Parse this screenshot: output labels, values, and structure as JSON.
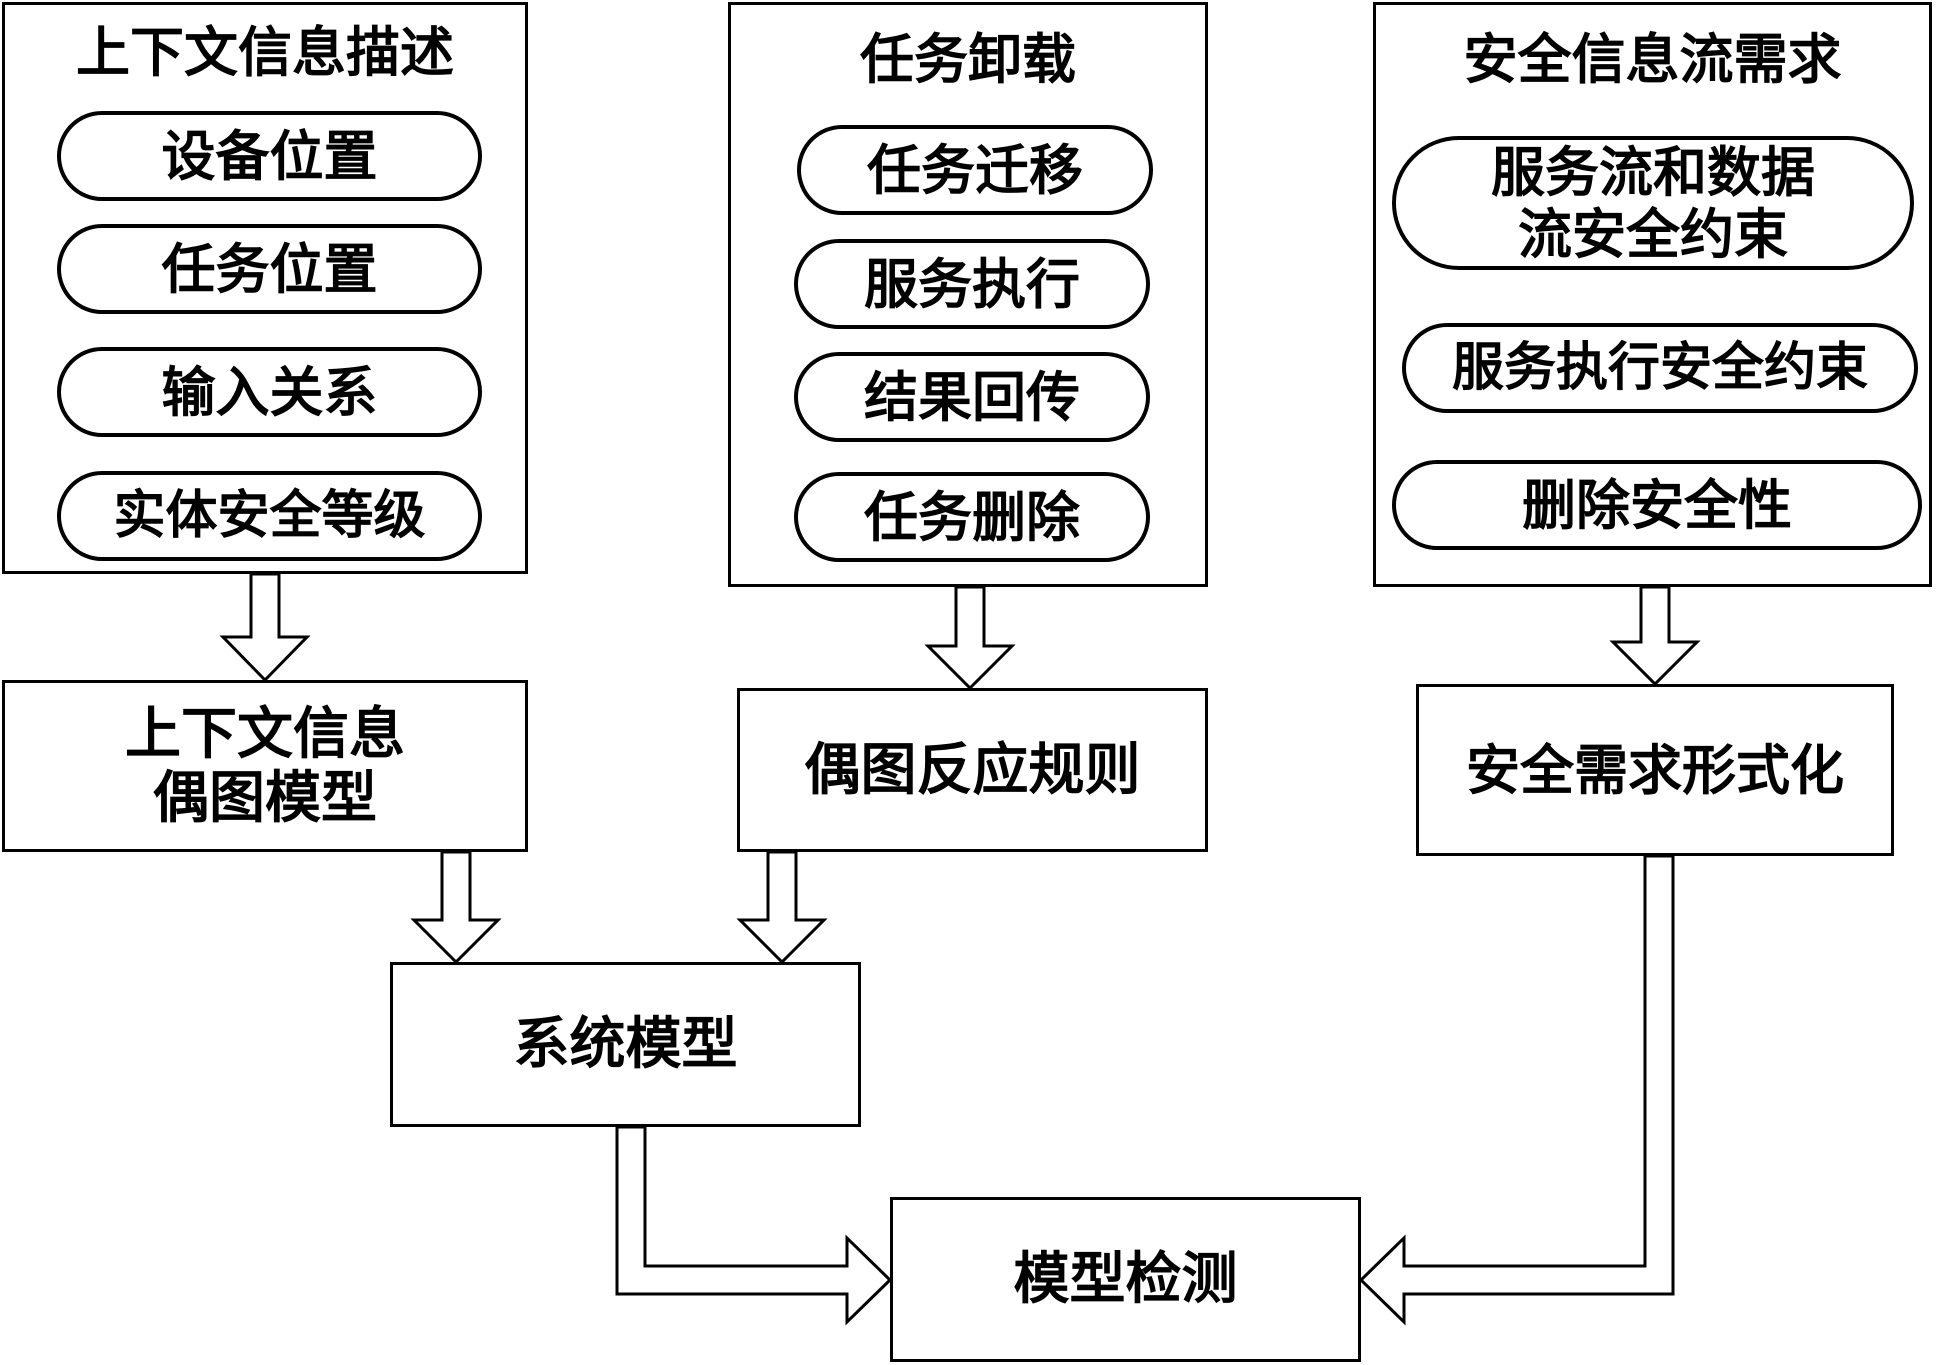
{
  "groups": {
    "context": {
      "title": "上下文信息描述",
      "items": [
        "设备位置",
        "任务位置",
        "输入关系",
        "实体安全等级"
      ]
    },
    "offload": {
      "title": "任务卸载",
      "items": [
        "任务迁移",
        "服务执行",
        "结果回传",
        "任务删除"
      ]
    },
    "security": {
      "title": "安全信息流需求",
      "items": [
        "服务流和数据\n流安全约束",
        "服务执行安全约束",
        "删除安全性"
      ]
    }
  },
  "stages": {
    "context_model": "上下文信息\n偶图模型",
    "reaction_rules": "偶图反应规则",
    "security_formal": "安全需求形式化",
    "system_model": "系统模型",
    "model_check": "模型检测"
  }
}
